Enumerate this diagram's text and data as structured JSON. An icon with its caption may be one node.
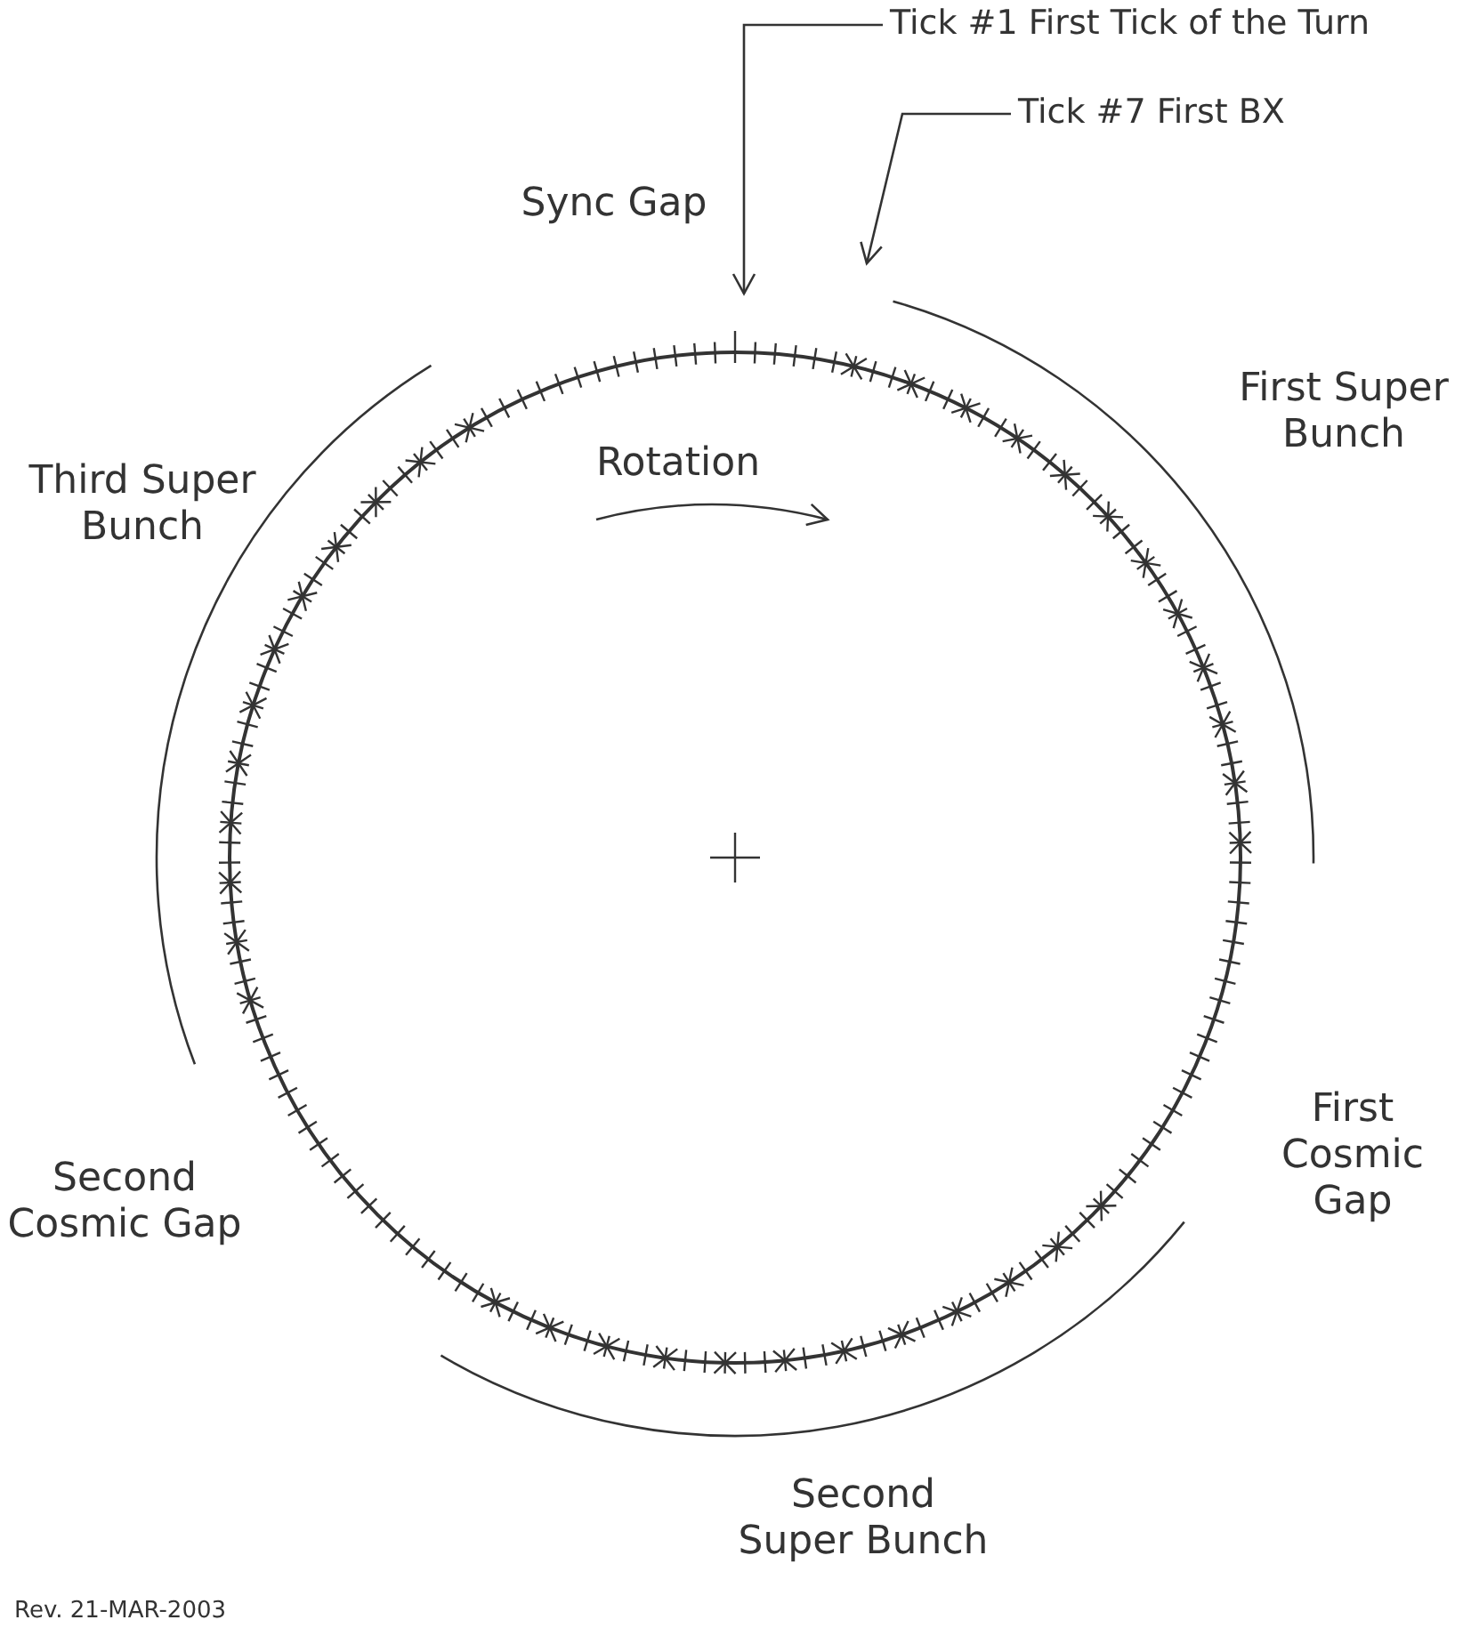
{
  "diagram": {
    "nodes": [
      {
        "text": [
          "Tick #1 First Tick of the Turn"
        ]
      },
      {
        "text": [
          "Tick #7 First BX"
        ]
      }
    ],
    "edges": [
      {
        "from": 0,
        "to": null,
        "arrow": "to"
      },
      {
        "from": 1,
        "to": null,
        "arrow": "to"
      }
    ],
    "labels": [
      "Sync Gap",
      "First Super Bunch",
      "Third Super Bunch",
      "Rotation",
      "First Cosmic Gap",
      "Second Cosmic Gap",
      "Second Super Bunch",
      "Rev. 21-MAR-2003"
    ]
  }
}
